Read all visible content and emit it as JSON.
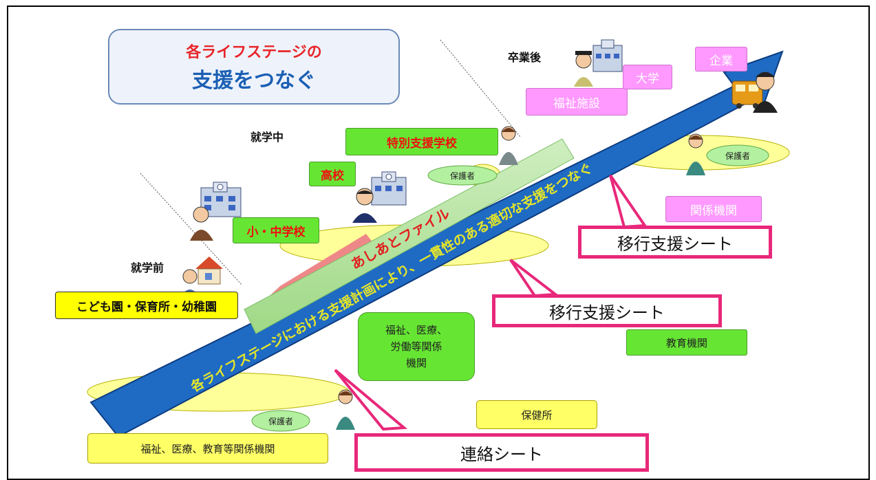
{
  "title_box": {
    "line1": "各ライフステージの",
    "line2": "支援をつなぐ"
  },
  "stages": {
    "preschool": "就学前",
    "in_school": "就学中",
    "after_graduation": "卒業後"
  },
  "institutions": {
    "kindergarten": "こども園・保育所・幼稚園",
    "elem_junior": "小・中学校",
    "high_school": "高校",
    "special_school": "特別支援学校",
    "welfare_facility": "福祉施設",
    "university": "大学",
    "company": "企業",
    "related_agencies": "関係機関",
    "education_agencies": "教育機関",
    "welfare_medical_labor": "福祉、医療、\n労働等関係\n機関",
    "health_center": "保健所",
    "welfare_medical_edu": "福祉、医療、教育等関係機関"
  },
  "guardian_label": "保護者",
  "arrow_text": "各ライフステージにおける支援計画により、一貫性のある適切な支援をつなぐ",
  "file_bar_text": "あしあとファイル",
  "sheets": {
    "transition_upper": "移行支援シート",
    "transition_lower": "移行支援シート",
    "contact": "連絡シート"
  },
  "colors": {
    "arrow": "#1f6bc4",
    "green": "#66e633",
    "pink": "#ff99ff",
    "yellow": "#ffff66",
    "callout": "#e8287a",
    "title_text": "#1b5fb4",
    "title_accent": "#e8252a"
  }
}
